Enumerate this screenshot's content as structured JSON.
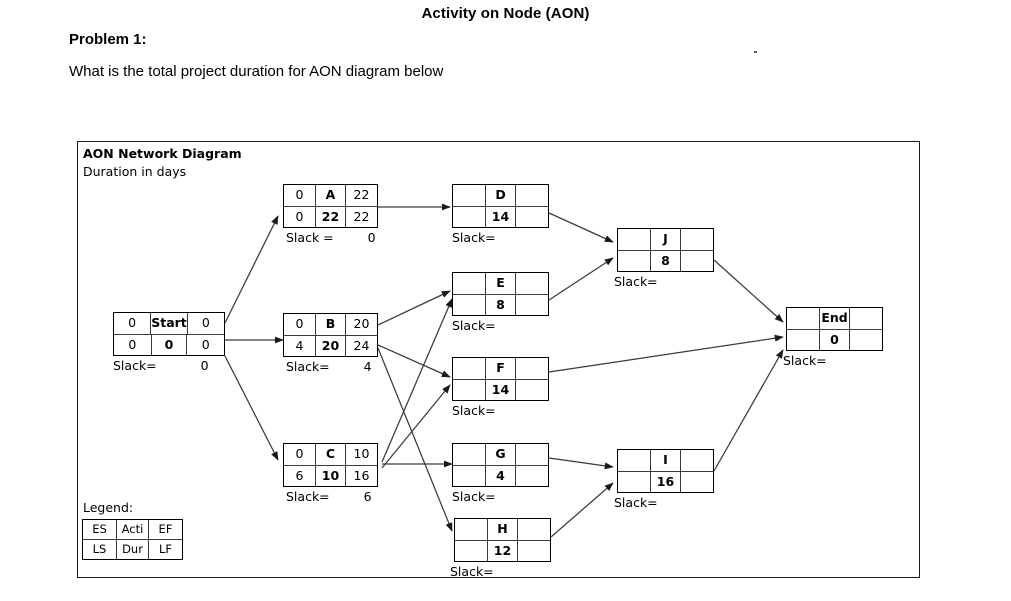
{
  "header": {
    "title": "Activity on Node (AON)",
    "problem_label": "Problem 1:",
    "question": "What is the total project duration for AON diagram below"
  },
  "diagram": {
    "title": "AON Network Diagram",
    "subtitle": "Duration in days",
    "legend_label": "Legend:",
    "legend_cells": {
      "es": "ES",
      "activity": "Acti",
      "ef": "EF",
      "ls": "LS",
      "dur": "Dur",
      "lf": "LF"
    },
    "slack_prefix": "Slack=",
    "slack_prefix_spaced": "Slack ="
  },
  "nodes": [
    {
      "id": "start",
      "name": "Start",
      "es": "0",
      "ef": "0",
      "ls": "0",
      "dur": "0",
      "lf": "0",
      "slack_label": "Slack=",
      "slack_value": "0"
    },
    {
      "id": "a",
      "name": "A",
      "es": "0",
      "ef": "22",
      "ls": "0",
      "dur": "22",
      "lf": "22",
      "slack_label": "Slack =",
      "slack_value": "0"
    },
    {
      "id": "b",
      "name": "B",
      "es": "0",
      "ef": "20",
      "ls": "4",
      "dur": "20",
      "lf": "24",
      "slack_label": "Slack=",
      "slack_value": "4"
    },
    {
      "id": "c",
      "name": "C",
      "es": "0",
      "ef": "10",
      "ls": "6",
      "dur": "10",
      "lf": "16",
      "slack_label": "Slack=",
      "slack_value": "6"
    },
    {
      "id": "d",
      "name": "D",
      "es": "",
      "ef": "",
      "ls": "",
      "dur": "14",
      "lf": "",
      "slack_label": "Slack=",
      "slack_value": ""
    },
    {
      "id": "e",
      "name": "E",
      "es": "",
      "ef": "",
      "ls": "",
      "dur": "8",
      "lf": "",
      "slack_label": "Slack=",
      "slack_value": ""
    },
    {
      "id": "f",
      "name": "F",
      "es": "",
      "ef": "",
      "ls": "",
      "dur": "14",
      "lf": "",
      "slack_label": "Slack=",
      "slack_value": ""
    },
    {
      "id": "g",
      "name": "G",
      "es": "",
      "ef": "",
      "ls": "",
      "dur": "4",
      "lf": "",
      "slack_label": "Slack=",
      "slack_value": ""
    },
    {
      "id": "h",
      "name": "H",
      "es": "",
      "ef": "",
      "ls": "",
      "dur": "12",
      "lf": "",
      "slack_label": "Slack=",
      "slack_value": ""
    },
    {
      "id": "j",
      "name": "J",
      "es": "",
      "ef": "",
      "ls": "",
      "dur": "8",
      "lf": "",
      "slack_label": "Slack=",
      "slack_value": ""
    },
    {
      "id": "i",
      "name": "I",
      "es": "",
      "ef": "",
      "ls": "",
      "dur": "16",
      "lf": "",
      "slack_label": "Slack=",
      "slack_value": ""
    },
    {
      "id": "end",
      "name": "End",
      "es": "",
      "ef": "",
      "ls": "",
      "dur": "0",
      "lf": "",
      "slack_label": "Slack=",
      "slack_value": ""
    }
  ],
  "edges": [
    {
      "from": "start",
      "to": "a"
    },
    {
      "from": "start",
      "to": "b"
    },
    {
      "from": "start",
      "to": "c"
    },
    {
      "from": "a",
      "to": "d"
    },
    {
      "from": "b",
      "to": "e"
    },
    {
      "from": "b",
      "to": "f"
    },
    {
      "from": "b",
      "to": "h"
    },
    {
      "from": "c",
      "to": "e"
    },
    {
      "from": "c",
      "to": "f"
    },
    {
      "from": "c",
      "to": "g"
    },
    {
      "from": "d",
      "to": "j"
    },
    {
      "from": "e",
      "to": "j"
    },
    {
      "from": "f",
      "to": "end"
    },
    {
      "from": "g",
      "to": "i"
    },
    {
      "from": "h",
      "to": "i"
    },
    {
      "from": "i",
      "to": "end"
    },
    {
      "from": "j",
      "to": "end"
    }
  ]
}
